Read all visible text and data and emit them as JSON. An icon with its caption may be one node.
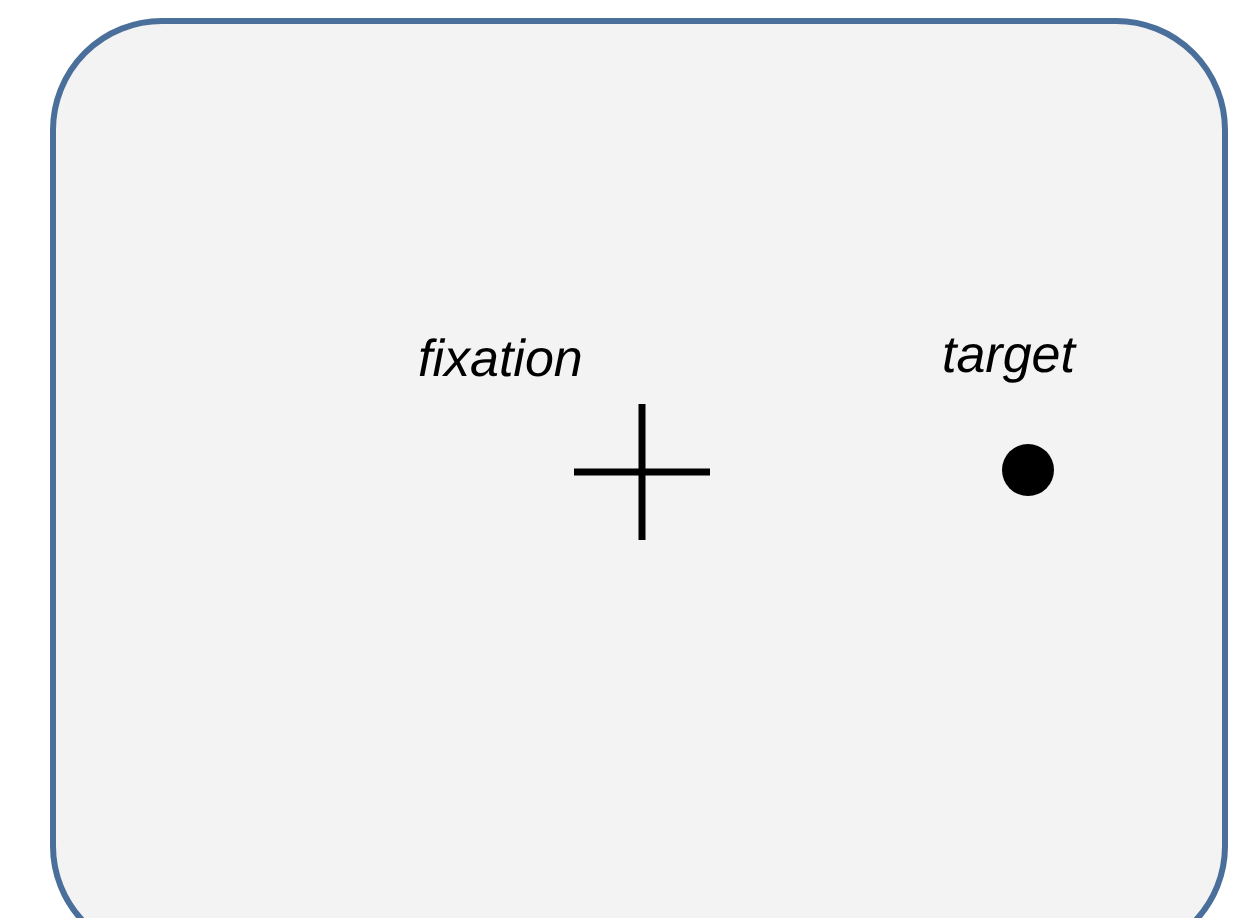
{
  "diagram": {
    "nodes": [
      {
        "text": [],
        "shape": "box"
      },
      {
        "text": [
          "fixation"
        ],
        "in": 0
      },
      {
        "text": [
          "target"
        ],
        "in": 0
      }
    ]
  }
}
